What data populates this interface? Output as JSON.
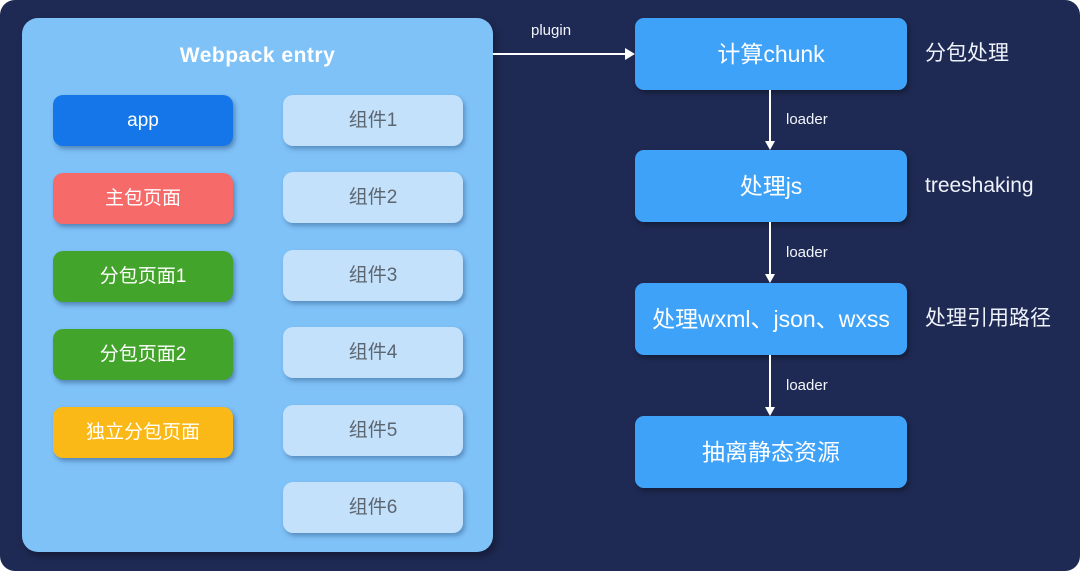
{
  "colors": {
    "canvas_bg": "#1F2A54",
    "entry_panel_bg": "#7FC2F8",
    "component_bg": "#C3E1FA",
    "component_text": "#5C6671",
    "flow_box_bg": "#3FA2F9"
  },
  "entry_panel": {
    "title": "Webpack entry",
    "pages": [
      {
        "label": "app",
        "color": "#1476E8"
      },
      {
        "label": "主包页面",
        "color": "#F76A6A"
      },
      {
        "label": "分包页面1",
        "color": "#43A42B"
      },
      {
        "label": "分包页面2",
        "color": "#43A42B"
      },
      {
        "label": "独立分包页面",
        "color": "#FBB917"
      }
    ],
    "components": [
      {
        "label": "组件1"
      },
      {
        "label": "组件2"
      },
      {
        "label": "组件3"
      },
      {
        "label": "组件4"
      },
      {
        "label": "组件5"
      },
      {
        "label": "组件6"
      }
    ]
  },
  "flow": {
    "entry_connector_label": "plugin",
    "steps": [
      {
        "label": "计算chunk",
        "side_label": "分包处理",
        "out_connector_label": "loader"
      },
      {
        "label": "处理js",
        "side_label": "treeshaking",
        "out_connector_label": "loader"
      },
      {
        "label": "处理wxml、json、wxss",
        "side_label": "处理引用路径",
        "out_connector_label": "loader"
      },
      {
        "label": "抽离静态资源",
        "side_label": "",
        "out_connector_label": ""
      }
    ]
  }
}
